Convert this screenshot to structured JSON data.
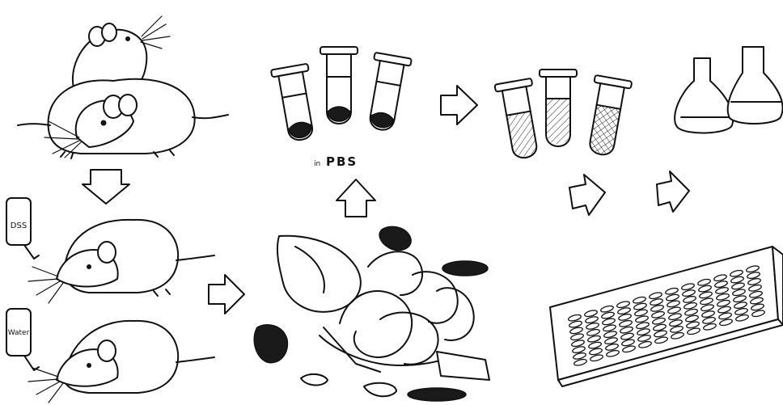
{
  "labels": {
    "bottle_top": "DSS",
    "bottle_bottom": "Water",
    "pbs_prefix": "in",
    "pbs_main": "PBS"
  },
  "icons": [
    "mice-pair-icon",
    "mouse-dss-icon",
    "mouse-water-icon",
    "tubes-pellet-icon",
    "tubes-suspension-icon",
    "flasks-icon",
    "dissected-tissue-icon",
    "microplate-icon",
    "arrow-icon"
  ],
  "colors": {
    "ink": "#111111",
    "background": "#ffffff"
  }
}
